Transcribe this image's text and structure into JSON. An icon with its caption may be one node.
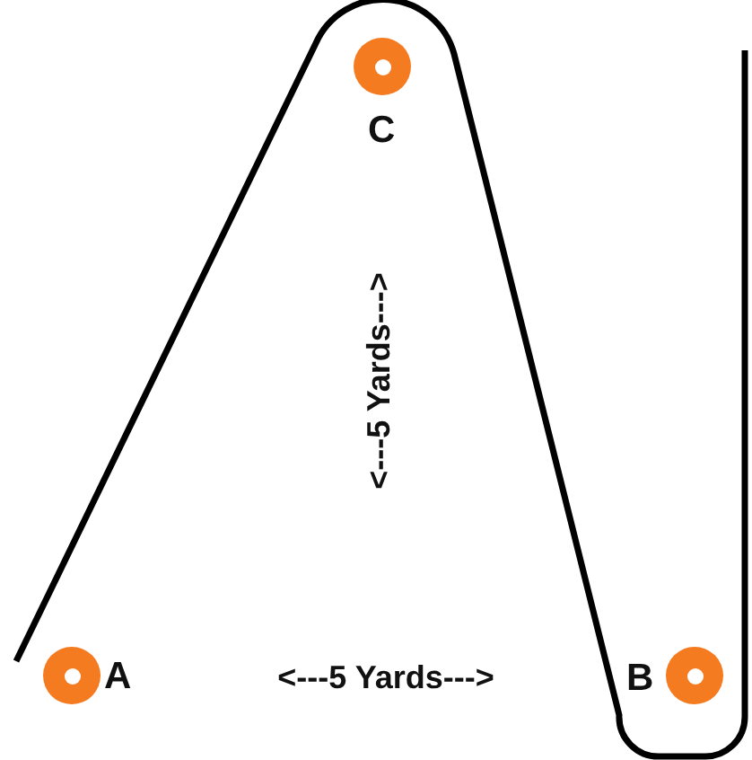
{
  "diagram": {
    "nodes": [
      {
        "text": [],
        "shape": "circle",
        "beside": [
          "C"
        ]
      },
      {
        "text": [],
        "shape": "circle",
        "beside": [
          "A"
        ]
      },
      {
        "text": [],
        "shape": "circle",
        "beside": [
          "B"
        ]
      }
    ],
    "labels": [
      "<---5 Yards--->",
      "<---5 Yards--->"
    ]
  }
}
